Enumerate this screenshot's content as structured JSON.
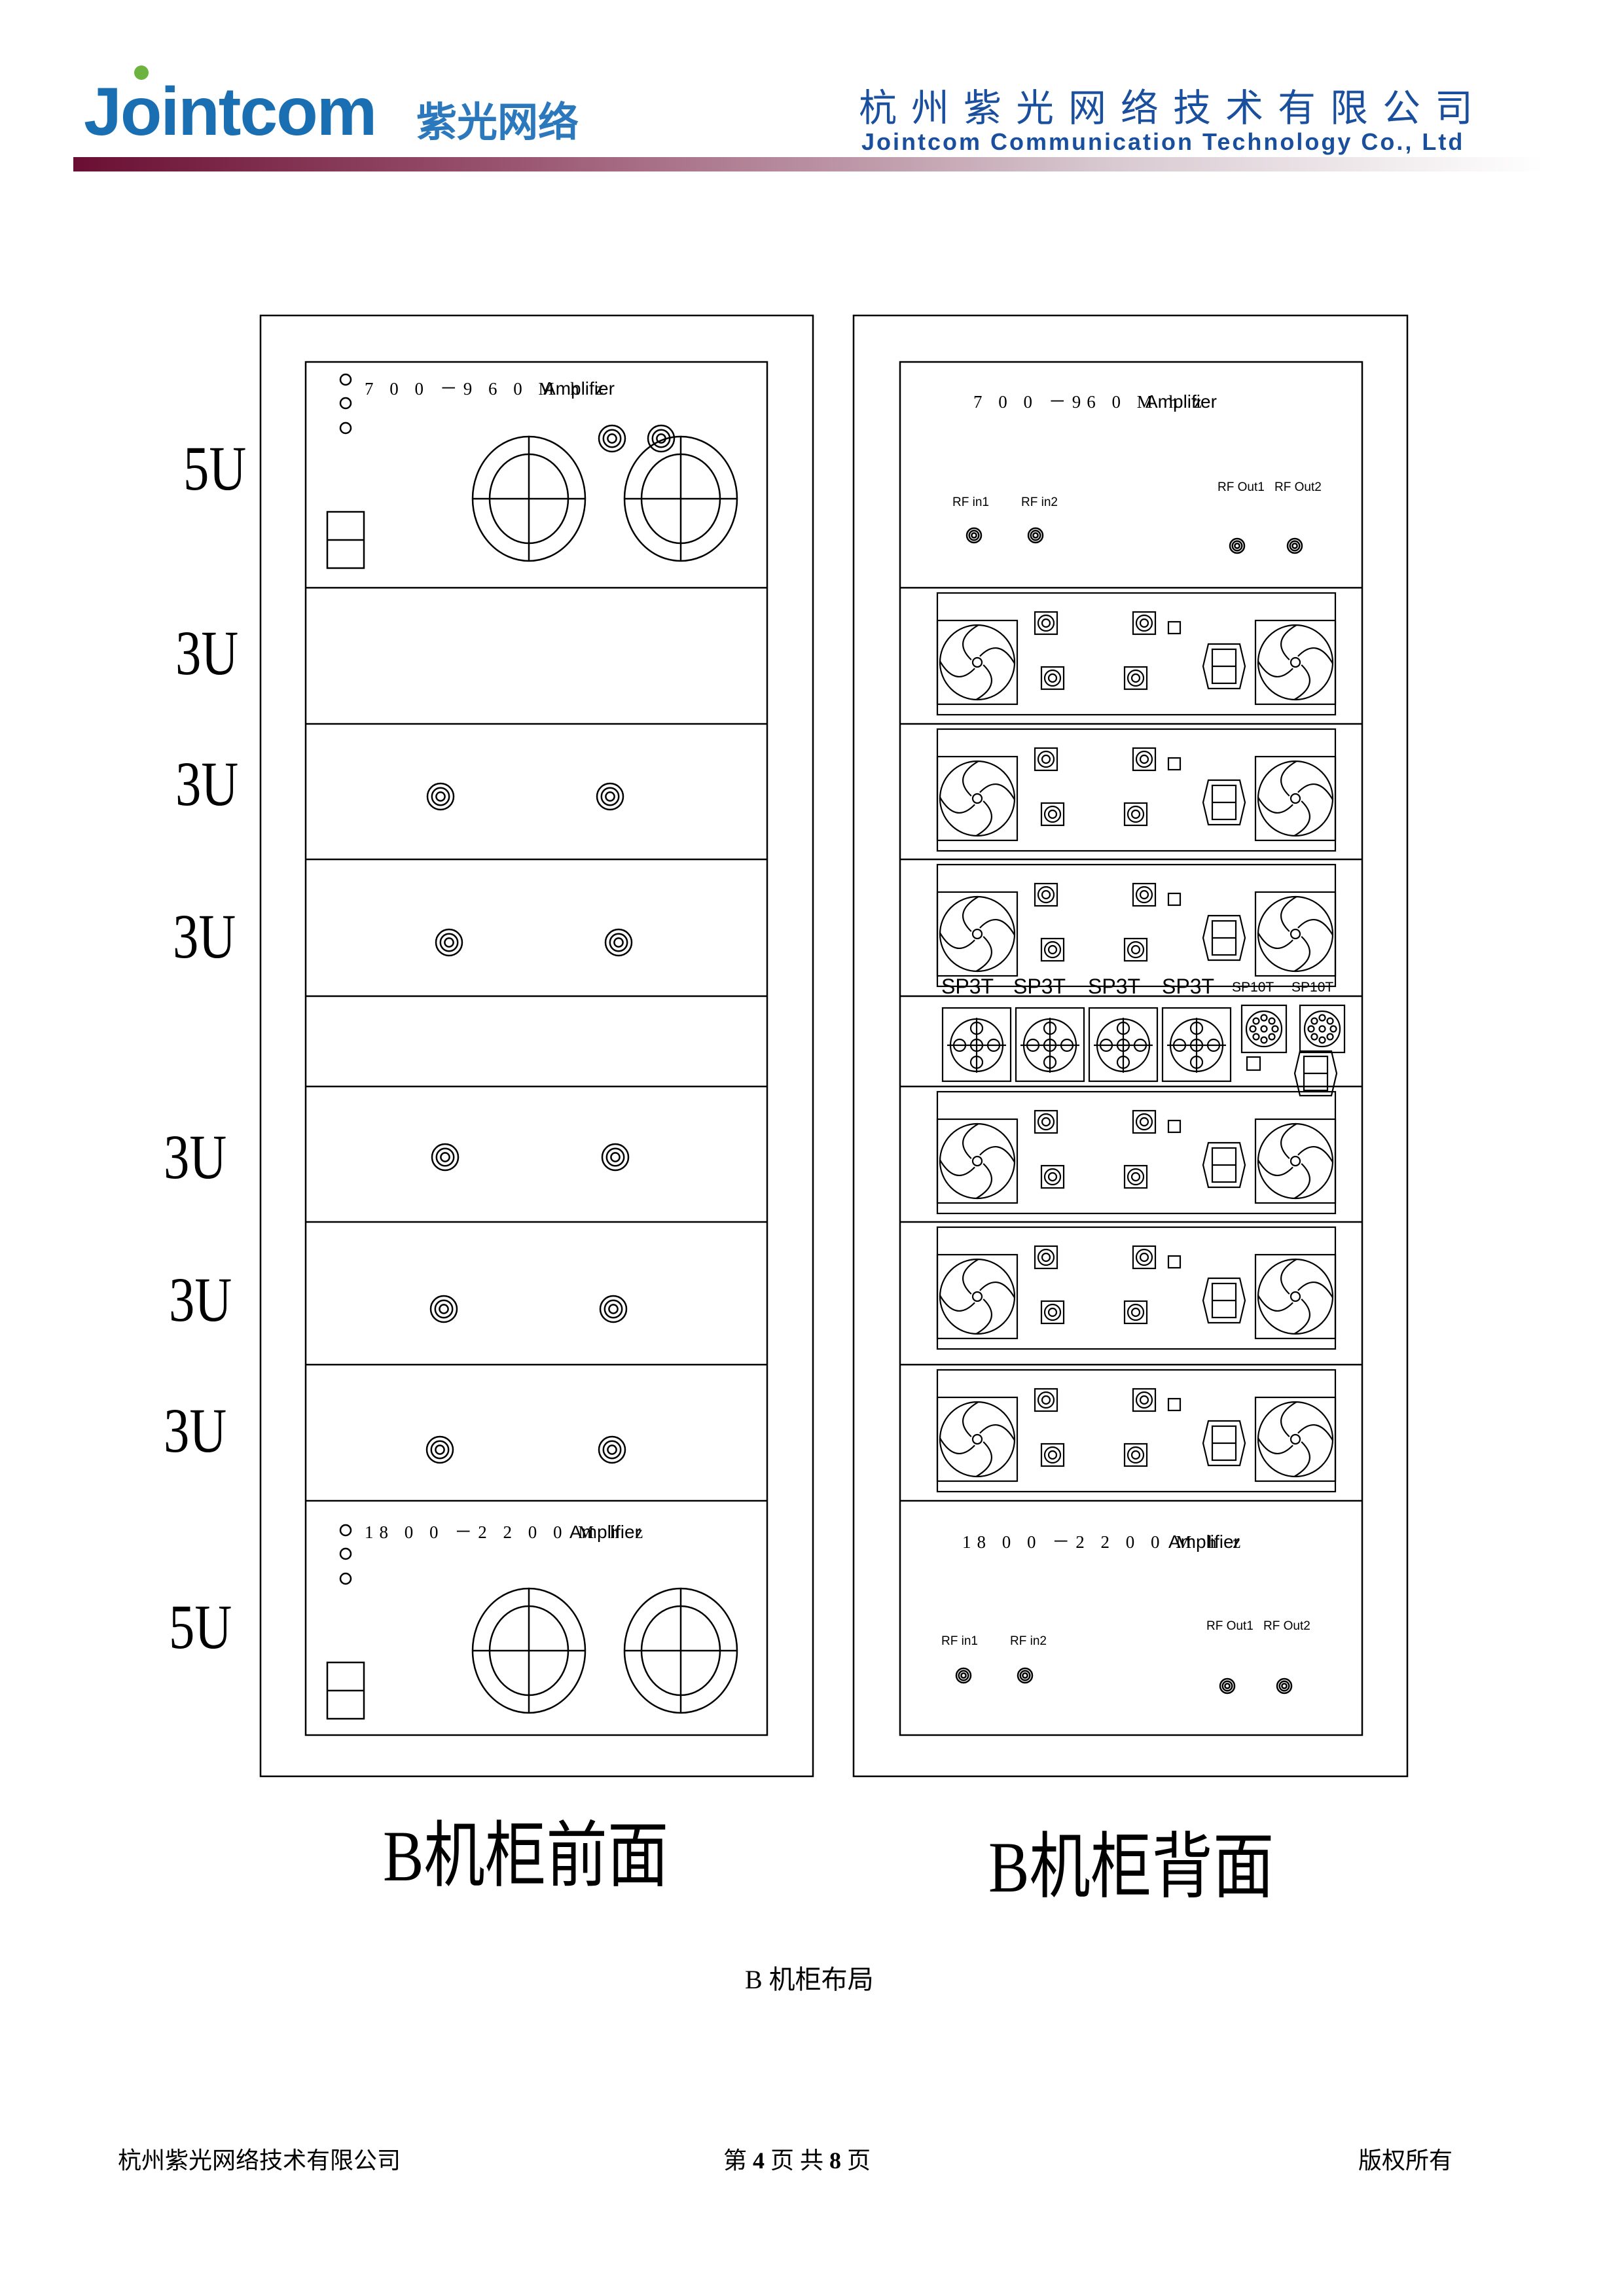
{
  "header": {
    "logo_text": "Jointcom",
    "logo_cn": "紫光网络",
    "company_cn": "杭州紫光网络技术有限公司",
    "company_en": "Jointcom Communication Technology Co., Ltd",
    "brand_color": "#1a6fb3",
    "bar_color": "#6a0f33"
  },
  "front_cabinet": {
    "title": "B机柜前面",
    "unit_labels": [
      "5U",
      "3U",
      "3U",
      "3U",
      "3U",
      "3U",
      "3U",
      "5U"
    ],
    "top_amp": {
      "freq": "7 0 0 －9 6 0 M h z",
      "name": "Amplifier"
    },
    "bottom_amp": {
      "freq": "18 0 0 －2 2 0 0 M h z",
      "name": "Amplifier"
    }
  },
  "back_cabinet": {
    "title": "B机柜背面",
    "top_amp": {
      "freq": "7 0 0 －96 0 M h z",
      "name": "Amplifier"
    },
    "bottom_amp": {
      "freq": "18 0 0 －2 2 0 0 M h z",
      "name": "Amplifier"
    },
    "rf_in1": "RF in1",
    "rf_in2": "RF in2",
    "rf_out1": "RF Out1",
    "rf_out2": "RF Out2",
    "switches": [
      "SP3T",
      "SP3T",
      "SP3T",
      "SP3T",
      "SP10T",
      "SP10T"
    ]
  },
  "caption": "B 机柜布局",
  "footer": {
    "left": "杭州紫光网络技术有限公司",
    "page_prefix": "第",
    "page_num": "4",
    "page_mid": "页 共",
    "page_total": "8",
    "page_suffix": "页",
    "right": "版权所有"
  }
}
